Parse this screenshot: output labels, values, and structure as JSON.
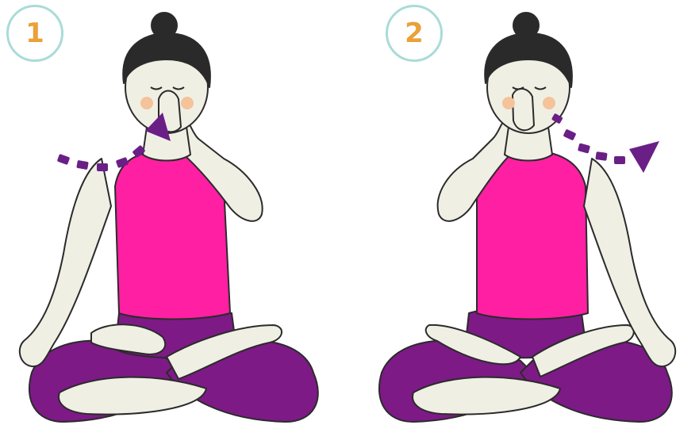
{
  "steps": [
    {
      "number": "1",
      "breath_direction": "inhale"
    },
    {
      "number": "2",
      "breath_direction": "exhale"
    }
  ],
  "colors": {
    "skin": "#f0efe4",
    "outline": "#2b2b2b",
    "hair": "#2a2a2a",
    "top": "#ff1fa3",
    "pants": "#7d1a86",
    "cheek": "#f4c39a",
    "arrow": "#6a1f86",
    "badge_ring": "#a9dcd7",
    "badge_text": "#e9a13a"
  },
  "icons": [
    "breath-arrow-icon",
    "step-number-badge"
  ]
}
